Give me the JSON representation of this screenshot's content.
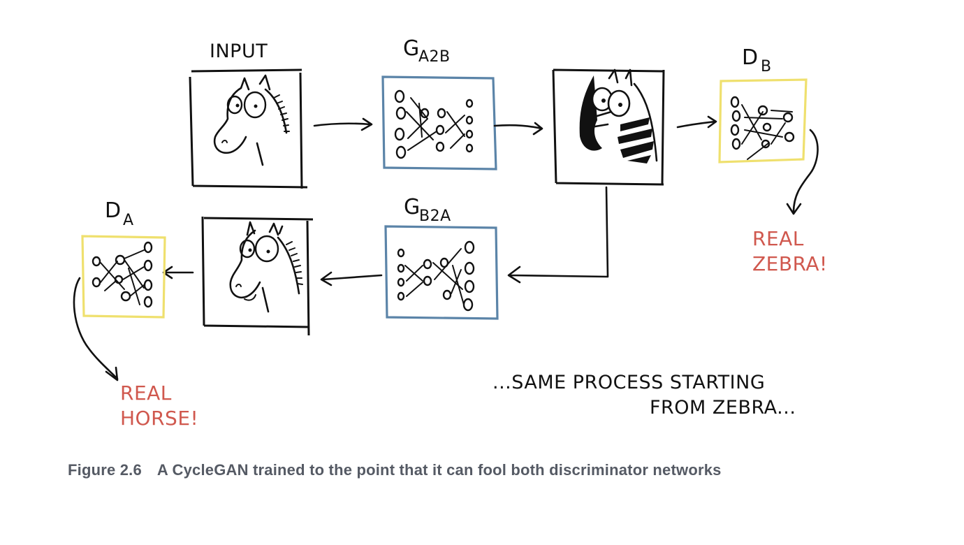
{
  "labels": {
    "input": "INPUT",
    "g_a2b_main": "G",
    "g_a2b_sub": "A2B",
    "d_b_main": "D",
    "d_b_sub": "B",
    "g_b2a_main": "G",
    "g_b2a_sub": "B2A",
    "d_a_main": "D",
    "d_a_sub": "A",
    "real_zebra_line1": "REAL",
    "real_zebra_line2": "ZEBRA!",
    "real_horse_line1": "REAL",
    "real_horse_line2": "HORSE!",
    "same_process_line1": "...SAME PROCESS STARTING",
    "same_process_line2": "FROM ZEBRA..."
  },
  "caption": {
    "number": "Figure 2.6",
    "text": "A CycleGAN trained to the point that it can fool both discriminator networks"
  },
  "colors": {
    "ink": "#111111",
    "generator_border": "#5b84a8",
    "discriminator_border": "#efe06e",
    "verdict_text": "#d0584e",
    "caption_text": "#555a64"
  },
  "icons": {
    "input_image": "horse-drawing-icon",
    "generated_image": "zebra-drawing-icon",
    "reconstructed_image": "horse-drawing-icon",
    "generator": "neural-network-icon",
    "discriminator": "neural-network-icon"
  }
}
